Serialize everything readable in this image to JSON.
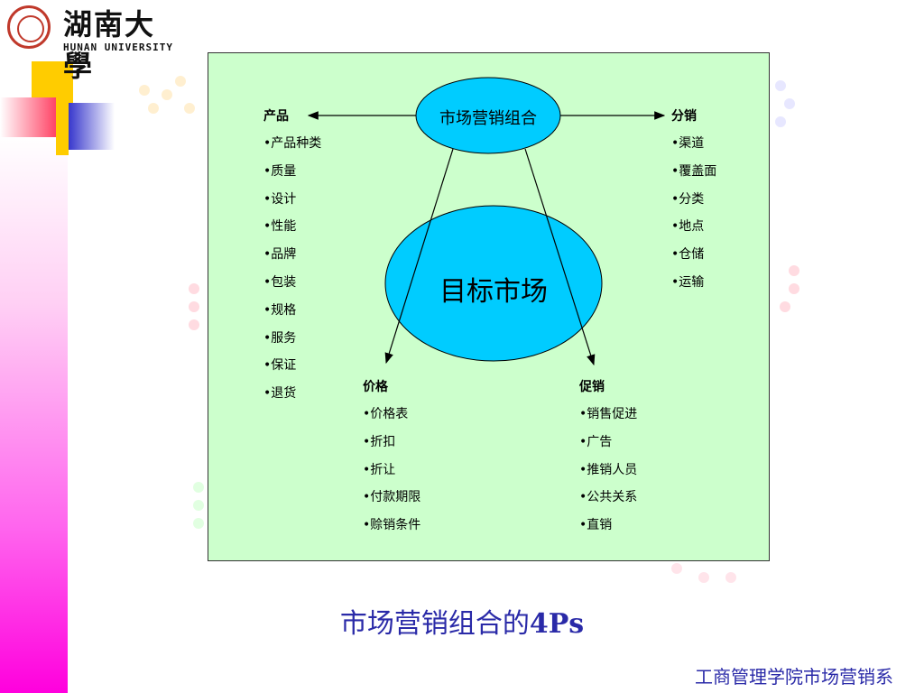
{
  "logo": {
    "name_cn": "湖南大學",
    "name_en": "HUNAN UNIVERSITY"
  },
  "diagram": {
    "center_top": "市场营销组合",
    "center_main": "目标市场",
    "product": {
      "head": "产品",
      "items": [
        "•产品种类",
        "•质量",
        "•设计",
        "•性能",
        "•品牌",
        "•包装",
        "•规格",
        "•服务",
        "•保证",
        "•退货"
      ]
    },
    "place": {
      "head": "分销",
      "items": [
        "•渠道",
        "•覆盖面",
        "•分类",
        "•地点",
        "•仓储",
        "•运输"
      ]
    },
    "price": {
      "head": "价格",
      "items": [
        "•价格表",
        "•折扣",
        "•折让",
        "•付款期限",
        "•赊销条件"
      ]
    },
    "promotion": {
      "head": "促销",
      "items": [
        "•销售促进",
        "•广告",
        "•推销人员",
        "•公共关系",
        "•直销"
      ]
    }
  },
  "caption": {
    "text": "市场营销组合的",
    "suffix": "4Ps"
  },
  "footer": "工商管理学院市场营销系",
  "colors": {
    "panel": "#ccffcc",
    "ellipse": "#00ccff",
    "caption": "#2a2aa8",
    "strip": "#ff00dd"
  }
}
